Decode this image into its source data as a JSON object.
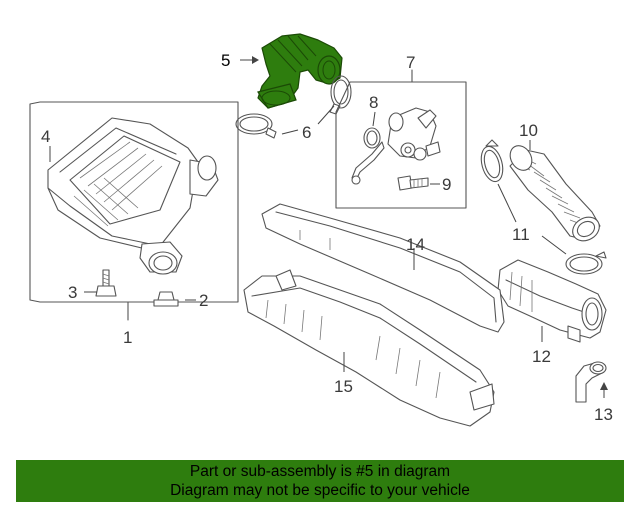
{
  "callouts": {
    "c1": "1",
    "c2": "2",
    "c3": "3",
    "c4": "4",
    "c5": "5",
    "c6": "6",
    "c7": "7",
    "c8": "8",
    "c9": "9",
    "c10": "10",
    "c11": "11",
    "c12": "12",
    "c13": "13",
    "c14": "14",
    "c15": "15"
  },
  "highlight_color": "#2e7d0e",
  "banner": {
    "line1": "Part or sub-assembly is #5 in diagram",
    "line2": "Diagram may not be specific to your vehicle"
  }
}
